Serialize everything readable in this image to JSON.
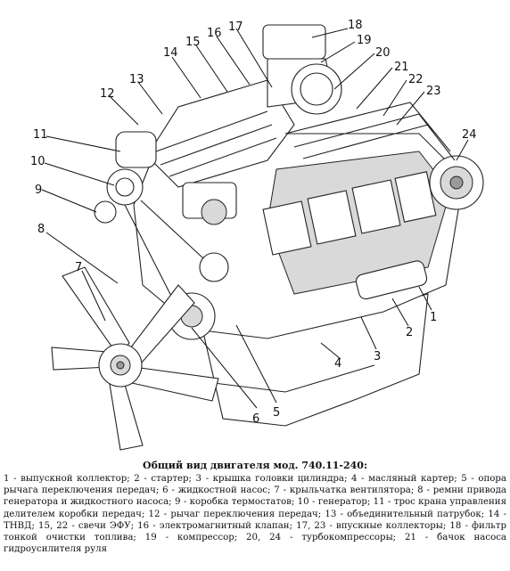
{
  "callouts": [
    {
      "num": "1"
    },
    {
      "num": "2"
    },
    {
      "num": "3"
    },
    {
      "num": "4"
    },
    {
      "num": "5"
    },
    {
      "num": "6"
    },
    {
      "num": "7"
    },
    {
      "num": "8"
    },
    {
      "num": "9"
    },
    {
      "num": "10"
    },
    {
      "num": "11"
    },
    {
      "num": "12"
    },
    {
      "num": "13"
    },
    {
      "num": "14"
    },
    {
      "num": "15"
    },
    {
      "num": "16"
    },
    {
      "num": "17"
    },
    {
      "num": "18"
    },
    {
      "num": "19"
    },
    {
      "num": "20"
    },
    {
      "num": "21"
    },
    {
      "num": "22"
    },
    {
      "num": "23"
    },
    {
      "num": "24"
    }
  ],
  "caption": {
    "title": "Общий вид двигателя мод. 740.11-240:",
    "text": "1 - выпускной коллектор; 2 - стартер; 3 - крышка головки цилиндра; 4 - масляный картер; 5 - опора рычага переключения передач; 6 - жидкостной насос; 7 - крыльчатка вентилятора; 8 - ремни привода генератора и жидкостного насоса; 9 - коробка термостатов; 10 - генератор; 11 - трос крана управления делителем коробки передач; 12 - рычаг переключения передач; 13 - объединительный патрубок; 14 - ТНВД; 15, 22 - свечи ЭФУ; 16 - электромагнитный клапан; 17, 23 - впускные коллекторы; 18 - фильтр тонкой очистки топлива; 19 - компрессор; 20, 24 - турбокомпрессоры; 21 - бачок насоса гидроусилителя руля"
  }
}
